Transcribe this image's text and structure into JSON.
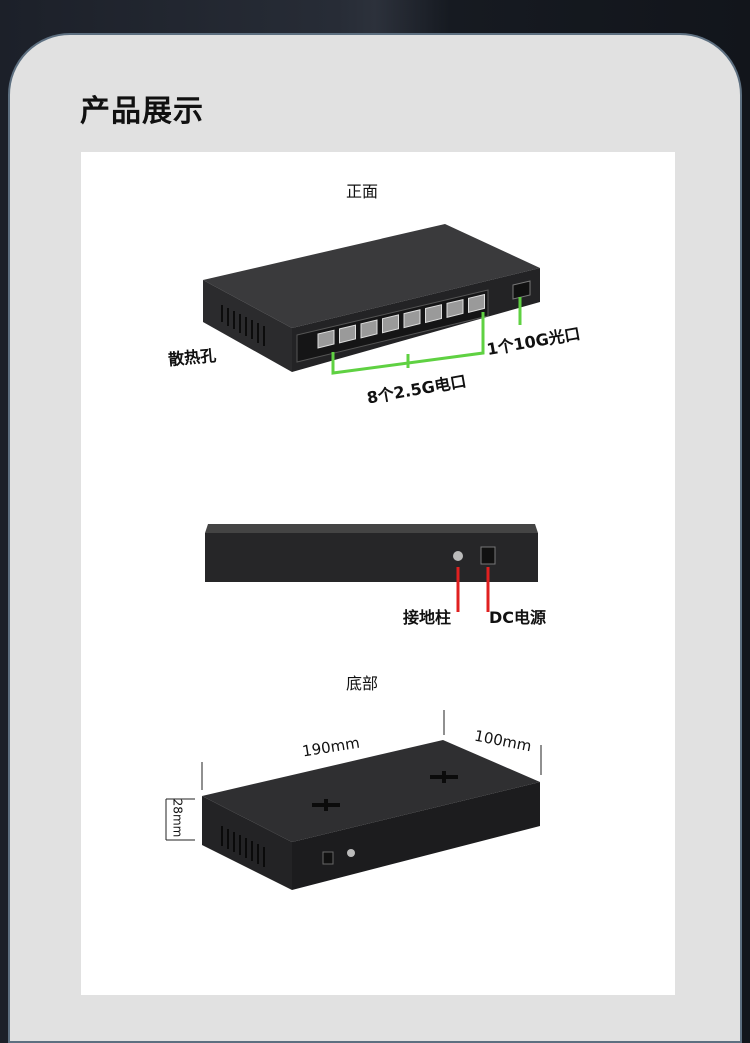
{
  "title": "产品展示",
  "sections": {
    "front": {
      "heading": "正面",
      "labels": {
        "vents": "散热孔",
        "rj45_ports": "8个2.5G电口",
        "sfp_port": "1个10G光口"
      }
    },
    "back": {
      "labels": {
        "ground": "接地柱",
        "dc_power": "DC电源"
      }
    },
    "bottom": {
      "heading": "底部",
      "dimensions": {
        "length": "190mm",
        "width": "100mm",
        "height": "28mm"
      }
    }
  },
  "colors": {
    "callout_green": "#5fd142",
    "callout_red": "#e02020"
  }
}
